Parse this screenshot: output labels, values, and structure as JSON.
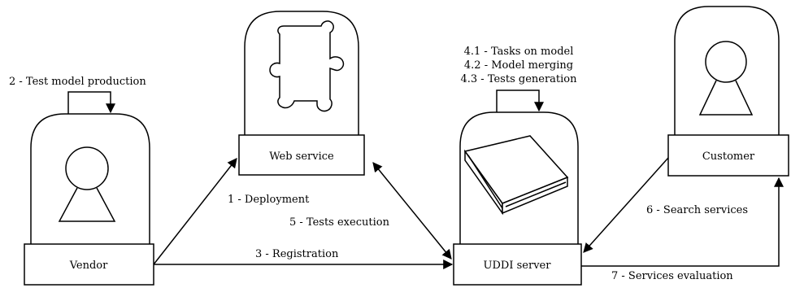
{
  "nodes": {
    "vendor": "Vendor",
    "web_service": "Web service",
    "uddi_server": "UDDI server",
    "customer": "Customer"
  },
  "steps": {
    "test_model_production": "2 - Test model production",
    "deployment": "1 - Deployment",
    "registration": "3 - Registration",
    "tests_execution": "5 - Tests execution",
    "tasks_on_model": "4.1 - Tasks on model",
    "model_merging": "4.2 - Model merging",
    "tests_generation": "4.3 - Tests generation",
    "search_services": "6 - Search services",
    "services_evaluation": "7 - Services evaluation"
  },
  "icons": {
    "vendor": "person-icon",
    "web_service": "puzzle-piece-icon",
    "uddi_server": "book-icon",
    "customer": "person-icon"
  }
}
